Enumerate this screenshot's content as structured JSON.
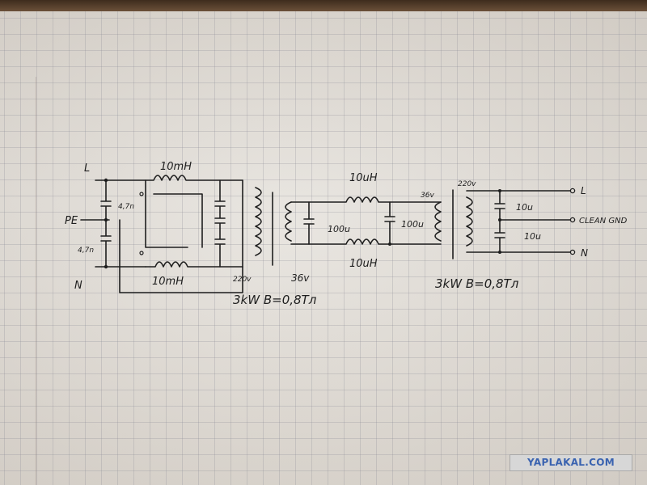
{
  "filter": {
    "label_L": "L",
    "label_PE": "PE",
    "label_N": "N",
    "cap_top": "4,7n",
    "cap_bottom": "4,7n",
    "choke_top": "10mH",
    "choke_bottom": "10mH",
    "volt_primary": "220v"
  },
  "transformer1": {
    "secondary": "36v",
    "rating": "3kW  B=0,8Tл"
  },
  "middle": {
    "inductor_top": "10uH",
    "inductor_bottom": "10uH",
    "cap_left": "100u",
    "cap_right": "100u",
    "volt_right": "36v"
  },
  "transformer2": {
    "primary": "220v",
    "rating": "3kW  B=0,8Tл",
    "cap_top": "10u",
    "cap_bottom": "10u"
  },
  "outputs": {
    "L": "L",
    "gnd": "CLEAN GND",
    "N": "N"
  },
  "watermark": "YAPLAKAL.COM"
}
